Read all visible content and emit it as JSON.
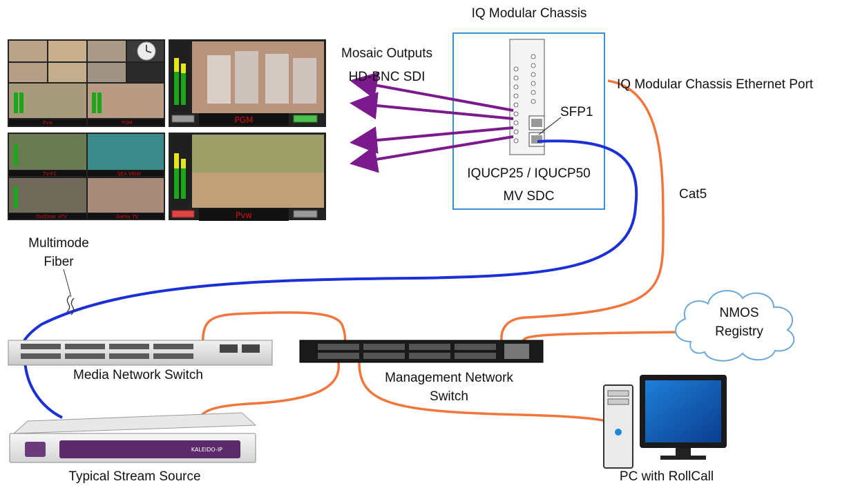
{
  "labels": {
    "chassis_title": "IQ Modular Chassis",
    "mosaic_outputs": "Mosaic Outputs",
    "hd_bnc_sdi": "HD-BNC SDI",
    "ethernet_port": "IQ Modular Chassis Ethernet Port",
    "sfp1": "SFP1",
    "card_model": "IQUCP25 / IQUCP50",
    "card_sub": "MV SDC",
    "cat5": "Cat5",
    "multimode_line1": "Multimode",
    "multimode_line2": "Fiber",
    "nmos_line1": "NMOS",
    "nmos_line2": "Registry",
    "media_switch": "Media Network Switch",
    "mgmt_switch_line1": "Management Network",
    "mgmt_switch_line2": "Switch",
    "stream_source": "Typical Stream Source",
    "pc": "PC with RollCall"
  },
  "mosaic_tiles": {
    "pvw_small": "Pvw",
    "pgm_small": "PGM",
    "pgm_big": "PGM",
    "tv1": "TV-F1",
    "sea_view": "SEA VIEW",
    "outdoor": "OutDoor ATV",
    "game_tv": "Game TV",
    "pvw_big": "Pvw"
  },
  "device_text": {
    "kaleido_badge": "KALEIDO-IP"
  },
  "colors": {
    "fiber": "#1a2fd6",
    "ethernet": "#f2763b",
    "sdi": "#7b1a8c",
    "chassis_border": "#3a8fd8",
    "cloud_border": "#6aa6d8"
  }
}
